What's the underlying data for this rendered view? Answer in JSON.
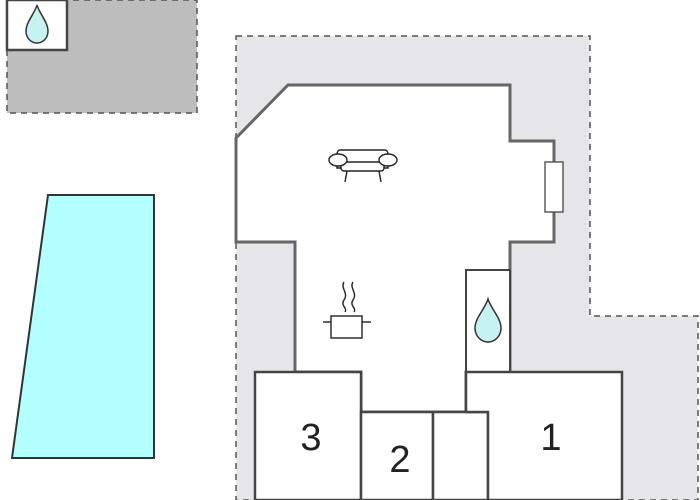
{
  "floorplan": {
    "colors": {
      "wall": "#666666",
      "outdoor_area": "#e6e6ea",
      "outdoor_area_dark": "#bdbdbd",
      "pool": "#b3ffff",
      "water_drop": "#c6f2f2",
      "room_fill": "#ffffff",
      "dashed_border": "#555555"
    },
    "rooms": [
      {
        "label": "3"
      },
      {
        "label": "2"
      },
      {
        "label": "1"
      }
    ],
    "icons": {
      "sofa": "sofa-icon",
      "kitchen": "cooking-pot-icon",
      "bath_main": "water-drop-icon",
      "bath_outdoor": "water-drop-icon",
      "radiator": "radiator-icon"
    }
  }
}
